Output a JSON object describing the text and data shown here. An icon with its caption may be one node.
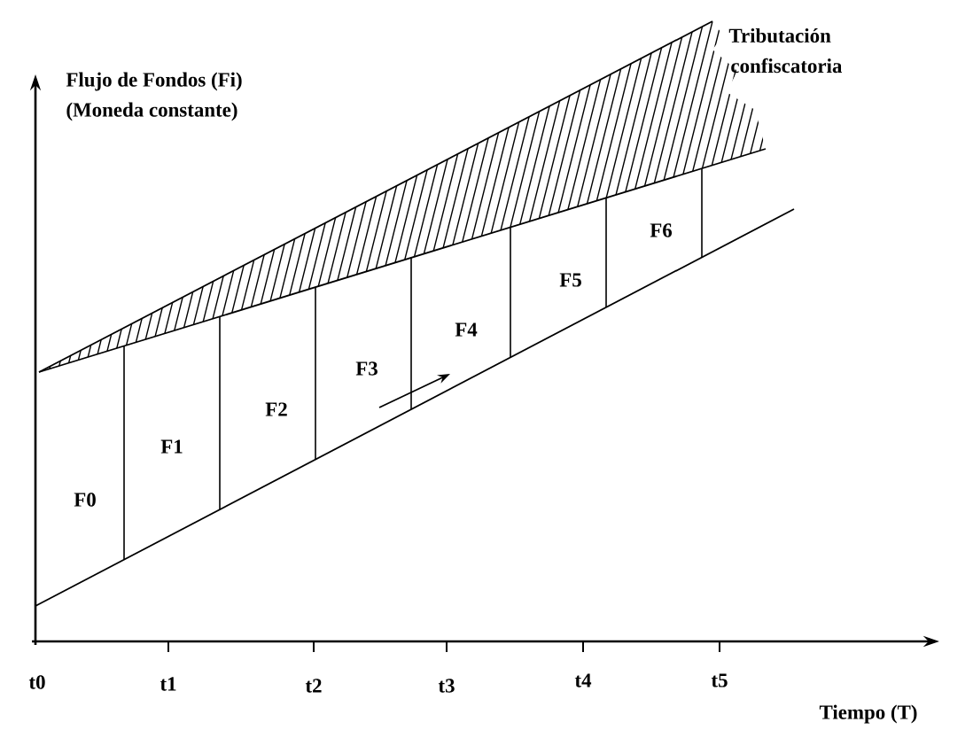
{
  "diagram": {
    "labels": [
      "Tributación",
      "confiscatoria",
      "Flujo de Fondos (Fi)",
      "(Moneda constante)",
      "F6",
      "F5",
      "F4",
      "F3",
      "F2",
      "F1",
      "F0",
      "t0",
      "t1",
      "t2",
      "t3",
      "t4",
      "t5",
      "Tiempo (T)"
    ]
  }
}
